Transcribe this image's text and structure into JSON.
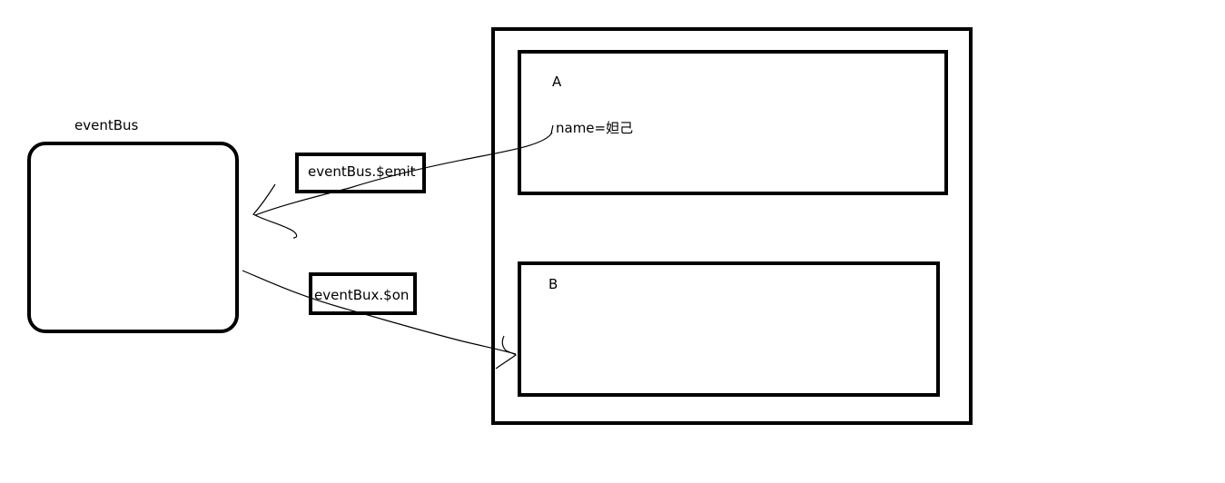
{
  "labels": {
    "eventbus_title": "eventBus",
    "emit_label": "eventBus.$emit",
    "on_label": "eventBux.$on",
    "component_a": "A",
    "component_b": "B",
    "name_value": "name=妲己"
  },
  "colors": {
    "stroke": "#000000",
    "background": "#ffffff"
  }
}
